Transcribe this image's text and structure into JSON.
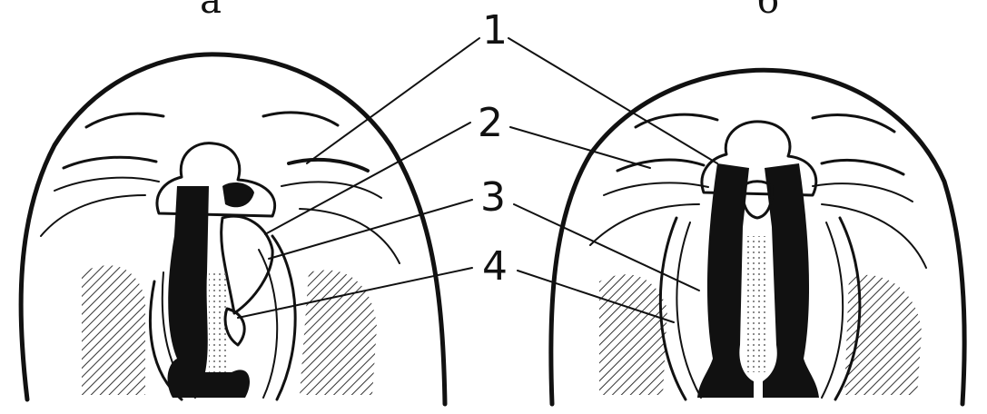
{
  "panels": [
    {
      "id": "left",
      "letter": "а"
    },
    {
      "id": "right",
      "letter": "б"
    }
  ],
  "callouts": [
    "1",
    "2",
    "3",
    "4"
  ],
  "colors": {
    "ink": "#111111",
    "background": "#ffffff"
  }
}
